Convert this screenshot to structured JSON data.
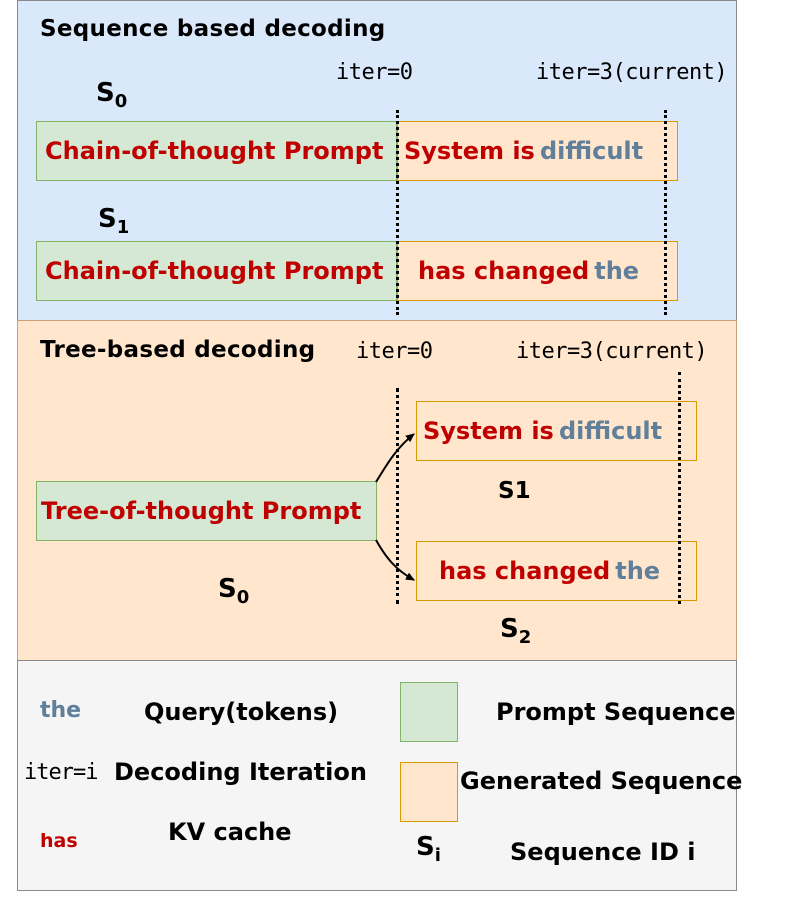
{
  "sequence_panel": {
    "heading": "Sequence based decoding",
    "iter_start": "iter=0",
    "iter_current": "iter=3(current)",
    "s0_label": "S",
    "s0_sub": "0",
    "s1_label": "S",
    "s1_sub": "1",
    "row0": {
      "prompt": "Chain-of-thought Prompt",
      "kv_text": "System is",
      "query_text": "difficult"
    },
    "row1": {
      "prompt": "Chain-of-thought Prompt",
      "kv_text": "has changed",
      "query_text": "the"
    }
  },
  "tree_panel": {
    "heading": "Tree-based decoding",
    "iter_start": "iter=0",
    "iter_current": "iter=3(current)",
    "prompt": "Tree-of-thought Prompt",
    "s0_label": "S",
    "s0_sub": "0",
    "branch1": {
      "kv_text": "System is",
      "query_text": "difficult",
      "id_label": "S1"
    },
    "branch2": {
      "kv_text": "has changed",
      "query_text": "the",
      "id_label": "S",
      "id_sub": "2"
    }
  },
  "legend": {
    "query_sample": "the",
    "query_desc": "Query(tokens)",
    "iter_sample": "iter=i",
    "iter_desc": "Decoding Iteration",
    "kv_sample": "has",
    "kv_desc": "KV cache",
    "prompt_desc": "Prompt Sequence",
    "generated_desc": "Generated Sequence",
    "sid_label": "S",
    "sid_sub": "i",
    "sid_desc": "Sequence ID i"
  },
  "colors": {
    "kv_red": "#c00000",
    "query_grey": "#5f7f9a",
    "prompt_green": "#d5e8d4",
    "generated_orange": "#ffe6cc",
    "sequence_panel_blue": "#dae8fc"
  }
}
